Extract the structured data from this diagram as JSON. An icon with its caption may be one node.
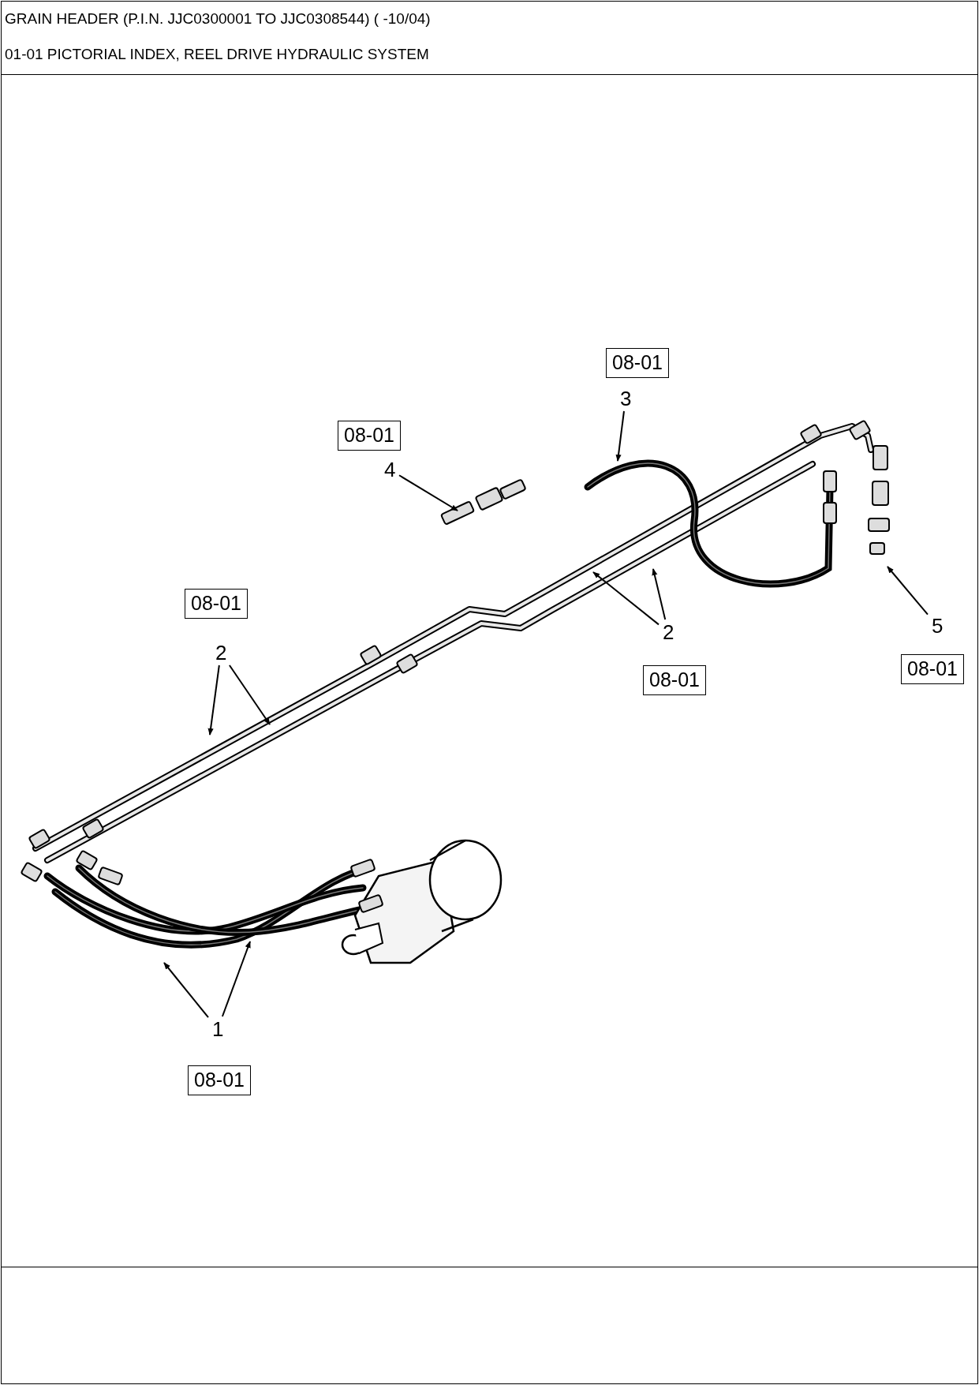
{
  "diagram": {
    "title": "GRAIN HEADER (P.I.N. JJC0300001 TO JJC0308544) ( -10/04)",
    "nodes": [
      {
        "text": [
          "08-01"
        ]
      },
      {
        "text": [
          "3"
        ]
      },
      {
        "text": [
          "08-01"
        ]
      },
      {
        "text": [
          "4"
        ]
      },
      {
        "text": [
          "08-01"
        ]
      },
      {
        "text": [
          "2"
        ]
      },
      {
        "text": [
          "2"
        ]
      },
      {
        "text": [
          "5"
        ]
      },
      {
        "text": [
          "08-01"
        ]
      },
      {
        "text": [
          "08-01"
        ]
      },
      {
        "text": [
          "1"
        ]
      },
      {
        "text": [
          "08-01"
        ]
      }
    ],
    "edges": [
      {
        "from": 1,
        "to": null,
        "arrow": "to"
      },
      {
        "from": 3,
        "to": null,
        "arrow": "to"
      },
      {
        "from": 5,
        "to": null,
        "arrow": "to"
      },
      {
        "from": 5,
        "to": null,
        "arrow": "to"
      },
      {
        "from": 6,
        "to": null,
        "arrow": "to"
      },
      {
        "from": 6,
        "to": null,
        "arrow": "to"
      },
      {
        "from": 7,
        "to": null,
        "arrow": "to"
      },
      {
        "from": 10,
        "to": null,
        "arrow": "to"
      },
      {
        "from": 10,
        "to": null,
        "arrow": "to"
      }
    ],
    "labels": [
      "01-01 PICTORIAL INDEX, REEL DRIVE HYDRAULIC SYSTEM"
    ]
  }
}
